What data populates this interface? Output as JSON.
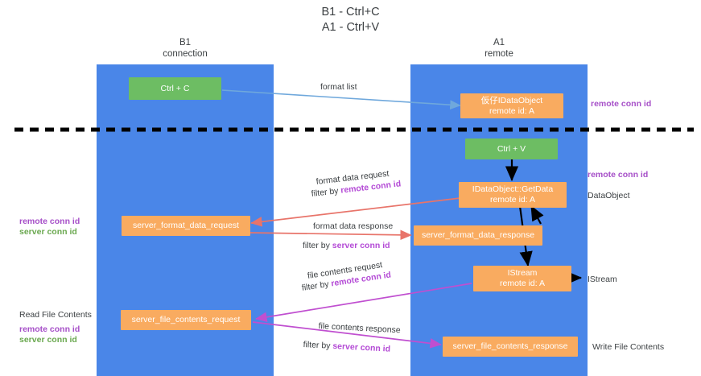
{
  "title": "B1 - Ctrl+C\nA1 - Ctrl+V",
  "columns": {
    "b1": "B1\nconnection",
    "a1": "A1\nremote"
  },
  "colors": {
    "lane": "#4a86e8",
    "green_box": "#6dbd63",
    "orange_box": "#f9ab60",
    "purple_text": "#a64fc8",
    "green_text": "#6aa84f",
    "blue_arrow": "#6fa8dc",
    "red_arrow": "#e8746a",
    "magenta_arrow": "#c04fd0",
    "black_arrow": "#000000",
    "divider": "#000000"
  },
  "boxes": {
    "ctrl_c": "Ctrl + C",
    "ctrl_v": "Ctrl + V",
    "idataobject_register": "仮仔IDataObject\nremote id: A",
    "idataobject_getdata": "IDataObject::GetData\nremote id: A",
    "istream": "IStream\nremote id: A",
    "server_format_data_request": "server_format_data_request",
    "server_format_data_response": "server_format_data_response",
    "server_file_contents_request": "server_file_contents_request",
    "server_file_contents_response": "server_file_contents_response"
  },
  "arrow_labels": {
    "format_list": "format list",
    "format_data_request": "format data request",
    "format_data_request_filter_prefix": "filter by ",
    "format_data_request_filter_key": "remote conn id",
    "format_data_response": "format data response",
    "format_data_response_filter_prefix": "filter by ",
    "format_data_response_filter_key": "server conn id",
    "file_contents_request": "file contents request",
    "file_contents_request_filter_prefix": "filter by ",
    "file_contents_request_filter_key": "remote conn id",
    "file_contents_response": "file contents response",
    "file_contents_response_filter_prefix": "filter by ",
    "file_contents_response_filter_key": "server conn id"
  },
  "right_annotations": {
    "remote_conn_id_top": "remote conn id",
    "remote_conn_id_mid": "remote conn id",
    "dataobject": "DataObject",
    "istream": "IStream",
    "write_file_contents": "Write File Contents"
  },
  "left_annotations": {
    "remote_conn_id": "remote conn id",
    "server_conn_id": "server conn id",
    "read_file_contents": "Read File Contents",
    "remote_conn_id_2": "remote conn id",
    "server_conn_id_2": "server conn id"
  }
}
